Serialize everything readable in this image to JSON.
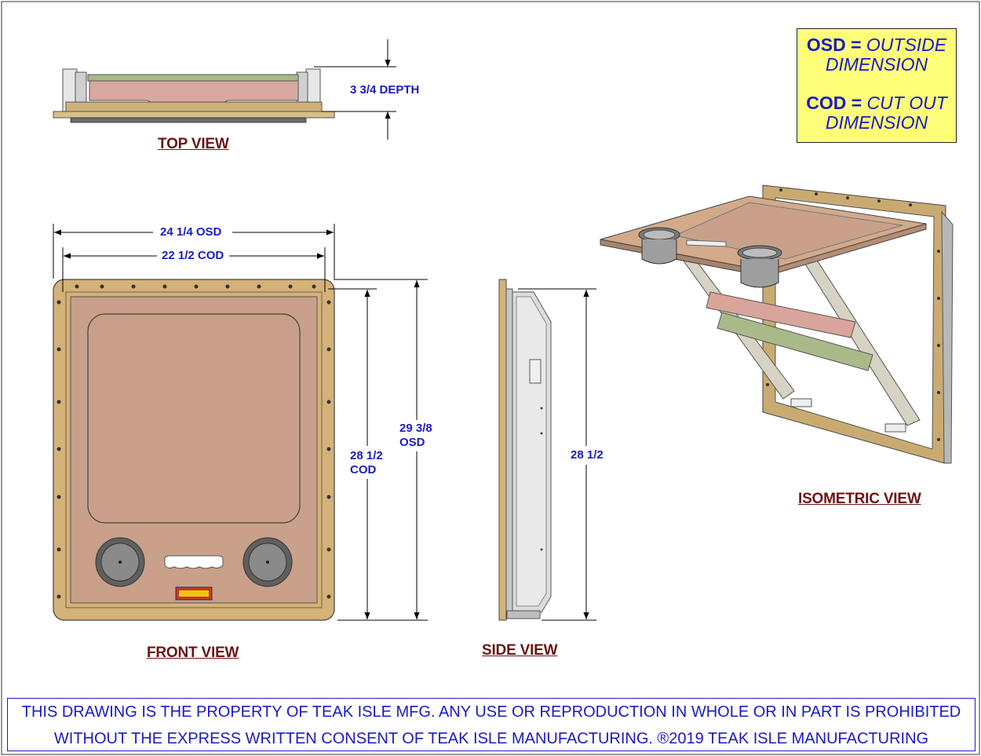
{
  "legend": {
    "osd_abbr": "OSD =",
    "osd_text": "OUTSIDE DIMENSION",
    "cod_abbr": "COD =",
    "cod_text": "CUT OUT DIMENSION"
  },
  "views": {
    "top": "TOP VIEW",
    "front": "FRONT VIEW",
    "side": "SIDE VIEW",
    "isometric": "ISOMETRIC VIEW"
  },
  "dimensions": {
    "depth": "3 3/4 DEPTH",
    "width_osd": "24 1/4 OSD",
    "width_cod": "22 1/2 COD",
    "height_cod_value": "28 1/2",
    "height_cod_unit": "COD",
    "height_osd_value": "29 3/8",
    "height_osd_unit": "OSD",
    "side_height": "28 1/2"
  },
  "footer": {
    "line1": "THIS DRAWING IS THE PROPERTY OF TEAK ISLE MFG. ANY USE OR REPRODUCTION IN WHOLE OR IN PART IS PROHIBITED",
    "line2": "WITHOUT THE EXPRESS WRITTEN CONSENT OF TEAK ISLE MANUFACTURING. ®2019 TEAK ISLE MANUFACTURING"
  },
  "colors": {
    "frame": "#c9a86a",
    "panel": "#c9a08a",
    "dimension_text": "#1a1ac8",
    "view_label": "#6b1414",
    "legend_bg": "#fdfd78"
  }
}
